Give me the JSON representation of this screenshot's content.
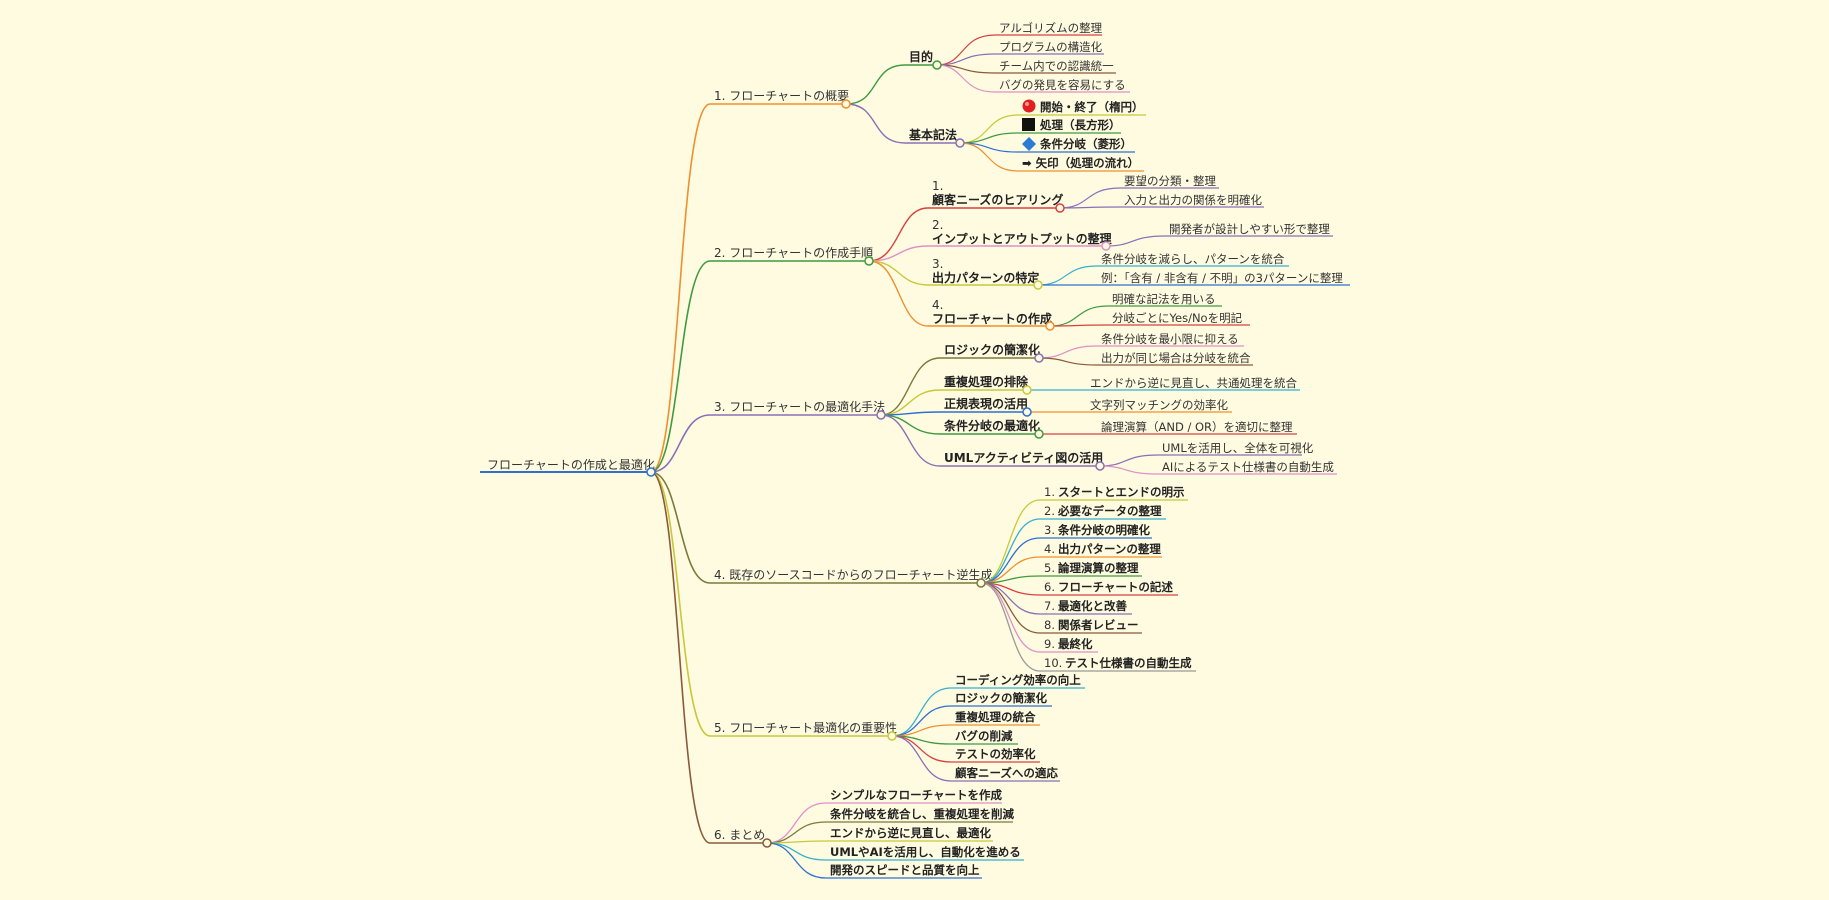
{
  "colors": {
    "background": "#fffbe0",
    "orange": "#ef8f2f",
    "green": "#3f9a3f",
    "purple": "#8a6fb8",
    "olive": "#7a7a3a",
    "yellow": "#c8c83a",
    "brown": "#8a5a3a",
    "blue": "#2f6fd0",
    "red": "#d84040",
    "pink": "#e090c8",
    "cyan": "#34b0d0",
    "darkblue": "#2a60b0",
    "gray": "#999999"
  },
  "root": "フローチャートの作成と最適化",
  "branches": [
    {
      "label": "1. フローチャートの概要",
      "children": [
        {
          "label": "目的",
          "children": [
            "アルゴリズムの整理",
            "プログラムの構造化",
            "チーム内での認識統一",
            "バグの発見を容易にする"
          ]
        },
        {
          "label": "基本記法",
          "children": [
            {
              "icon": "red-circle-icon",
              "text": "開始・終了（楕円）"
            },
            {
              "icon": "black-square-icon",
              "text": "処理（長方形）"
            },
            {
              "icon": "blue-diamond-icon",
              "text": "条件分岐（菱形）"
            },
            {
              "icon": "right-arrow-icon",
              "text": "➡ 矢印（処理の流れ）"
            }
          ]
        }
      ]
    },
    {
      "label": "2. フローチャートの作成手順",
      "children": [
        {
          "num": "1.",
          "label": "顧客ニーズのヒアリング",
          "children": [
            "要望の分類・整理",
            "入力と出力の関係を明確化"
          ]
        },
        {
          "num": "2.",
          "label": "インプットとアウトプットの整理",
          "children": [
            "開発者が設計しやすい形で整理"
          ]
        },
        {
          "num": "3.",
          "label": "出力パターンの特定",
          "children": [
            "条件分岐を減らし、パターンを統合",
            "例：「含有 / 非含有 / 不明」の3パターンに整理"
          ]
        },
        {
          "num": "4.",
          "label": "フローチャートの作成",
          "children": [
            "明確な記法を用いる",
            "分岐ごとにYes/Noを明記"
          ]
        }
      ]
    },
    {
      "label": "3. フローチャートの最適化手法",
      "children": [
        {
          "label": "ロジックの簡潔化",
          "children": [
            "条件分岐を最小限に抑える",
            "出力が同じ場合は分岐を統合"
          ]
        },
        {
          "label": "重複処理の排除",
          "children": [
            "エンドから逆に見直し、共通処理を統合"
          ]
        },
        {
          "label": "正規表現の活用",
          "children": [
            "文字列マッチングの効率化"
          ]
        },
        {
          "label": "条件分岐の最適化",
          "children": [
            "論理演算（AND / OR）を適切に整理"
          ]
        },
        {
          "label": "UMLアクティビティ図の活用",
          "children": [
            "UMLを活用し、全体を可視化",
            "AIによるテスト仕様書の自動生成"
          ]
        }
      ]
    },
    {
      "label": "4. 既存のソースコードからのフローチャート逆生成",
      "children": [
        {
          "num": "1.",
          "label": "スタートとエンドの明示"
        },
        {
          "num": "2.",
          "label": "必要なデータの整理"
        },
        {
          "num": "3.",
          "label": "条件分岐の明確化"
        },
        {
          "num": "4.",
          "label": "出力パターンの整理"
        },
        {
          "num": "5.",
          "label": "論理演算の整理"
        },
        {
          "num": "6.",
          "label": "フローチャートの記述"
        },
        {
          "num": "7.",
          "label": "最適化と改善"
        },
        {
          "num": "8.",
          "label": "関係者レビュー"
        },
        {
          "num": "9.",
          "label": "最終化"
        },
        {
          "num": "10.",
          "label": "テスト仕様書の自動生成"
        }
      ]
    },
    {
      "label": "5. フローチャート最適化の重要性",
      "children": [
        "コーディング効率の向上",
        "ロジックの簡潔化",
        "重複処理の統合",
        "バグの削減",
        "テストの効率化",
        "顧客ニーズへの適応"
      ]
    },
    {
      "label": "6. まとめ",
      "children": [
        "シンプルなフローチャートを作成",
        "条件分岐を統合し、重複処理を削減",
        "エンドから逆に見直し、最適化",
        "UMLやAIを活用し、自動化を進める",
        "開発のスピードと品質を向上"
      ]
    }
  ]
}
